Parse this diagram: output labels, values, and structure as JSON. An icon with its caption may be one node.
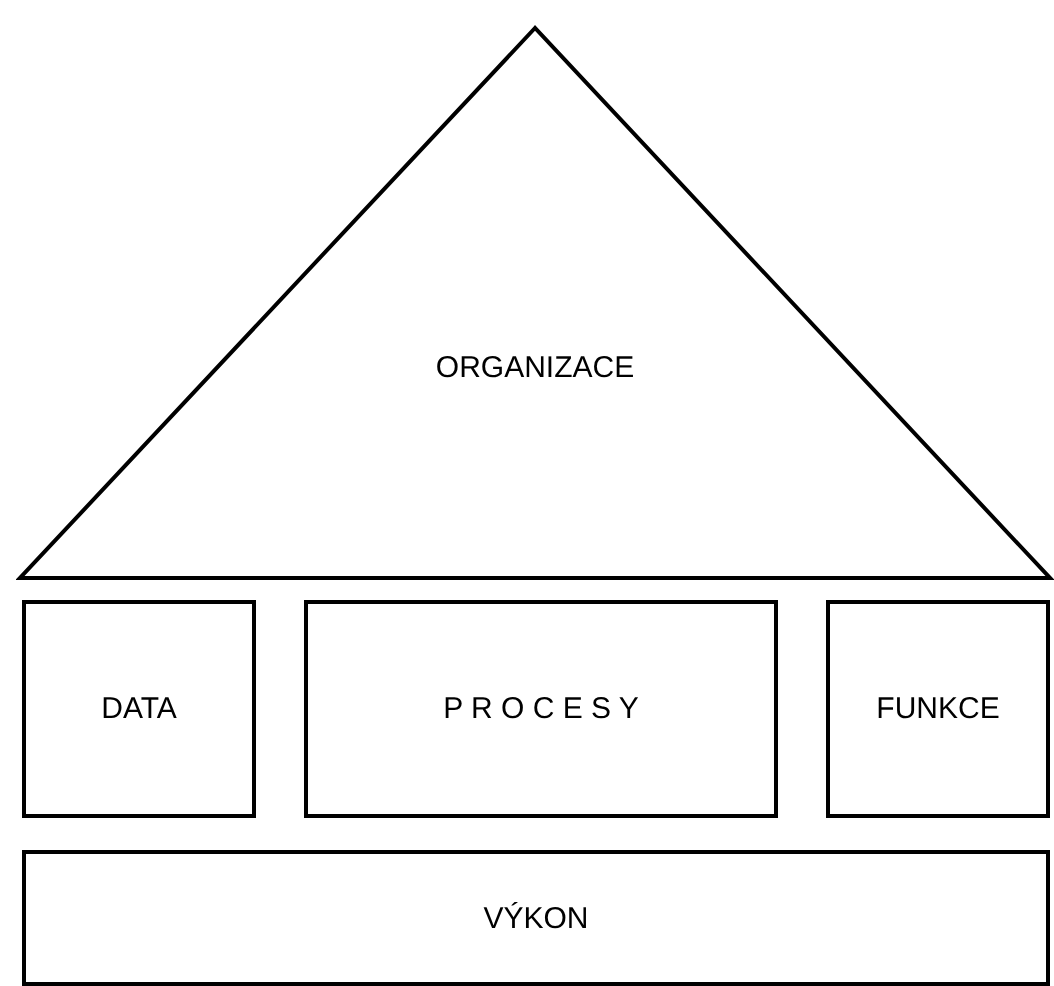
{
  "diagram": {
    "nodes": [
      {
        "text": [
          "ORGANIZACE"
        ]
      },
      {
        "text": [
          "DATA"
        ]
      },
      {
        "text": [
          "P R O C E S Y"
        ]
      },
      {
        "text": [
          "FUNKCE"
        ]
      },
      {
        "text": [
          "VÝKON"
        ]
      }
    ]
  }
}
